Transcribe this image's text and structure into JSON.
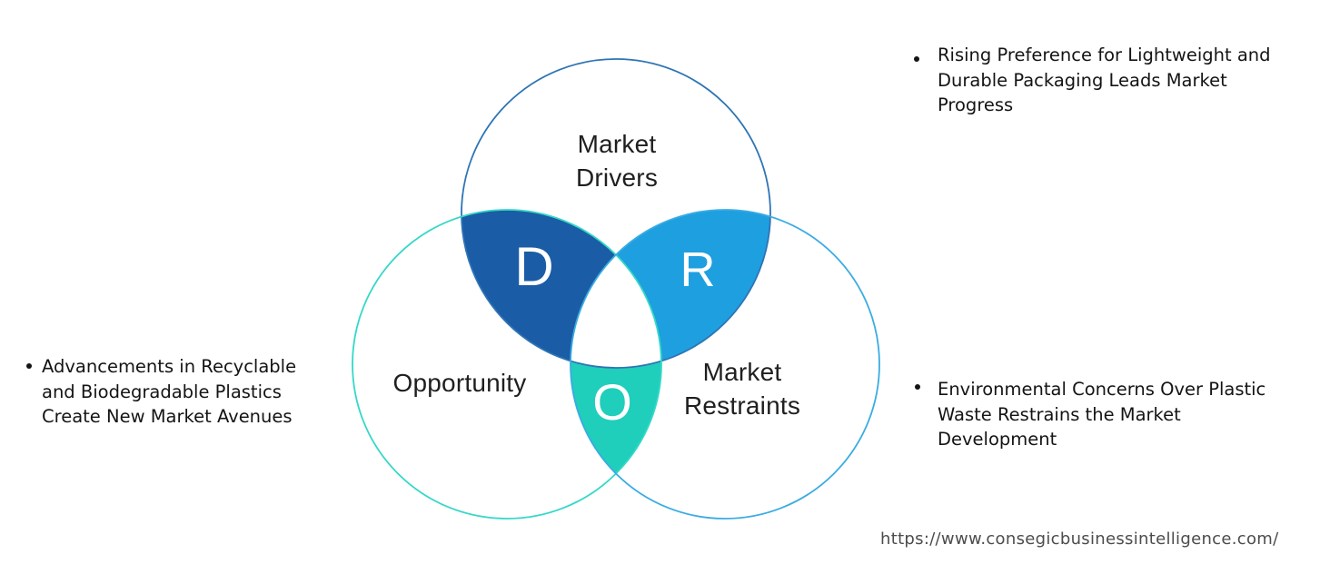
{
  "colors": {
    "background": "#ffffff",
    "drivers_circle_stroke": "#2E74B5",
    "opportunity_circle_stroke": "#35D8C7",
    "restraints_circle_stroke": "#3AACE2",
    "drivers_opportunity_fill": "#1B5CA6",
    "drivers_restraints_fill": "#1E9FE0",
    "opportunity_restraints_fill": "#1FCEBB",
    "triple_overlap_fill": "#ffffff",
    "letter_color": "#ffffff",
    "label_color": "#1f1f1f",
    "bullet_text_color": "#141414",
    "bullet_marker_color": "#141414",
    "url_color": "#4c4c4c"
  },
  "diagram": {
    "drivers": {
      "label_line1": "Market",
      "label_line2": "Drivers",
      "letter": "D"
    },
    "opportunity": {
      "label": "Opportunity",
      "letter": "O"
    },
    "restraints": {
      "label_line1": "Market",
      "label_line2": "Restraints",
      "letter": "R"
    }
  },
  "bullets": {
    "top_right": {
      "lines": [
        "Rising Preference for Lightweight and",
        "Durable Packaging Leads Market",
        "Progress"
      ]
    },
    "left": {
      "lines": [
        "Advancements in Recyclable",
        "and Biodegradable Plastics",
        "Create New Market Avenues"
      ]
    },
    "bottom_right": {
      "lines": [
        "Environmental Concerns Over Plastic",
        "Waste Restrains the Market",
        "Development"
      ]
    }
  },
  "footer": {
    "url": "https://www.consegicbusinessintelligence.com/"
  }
}
